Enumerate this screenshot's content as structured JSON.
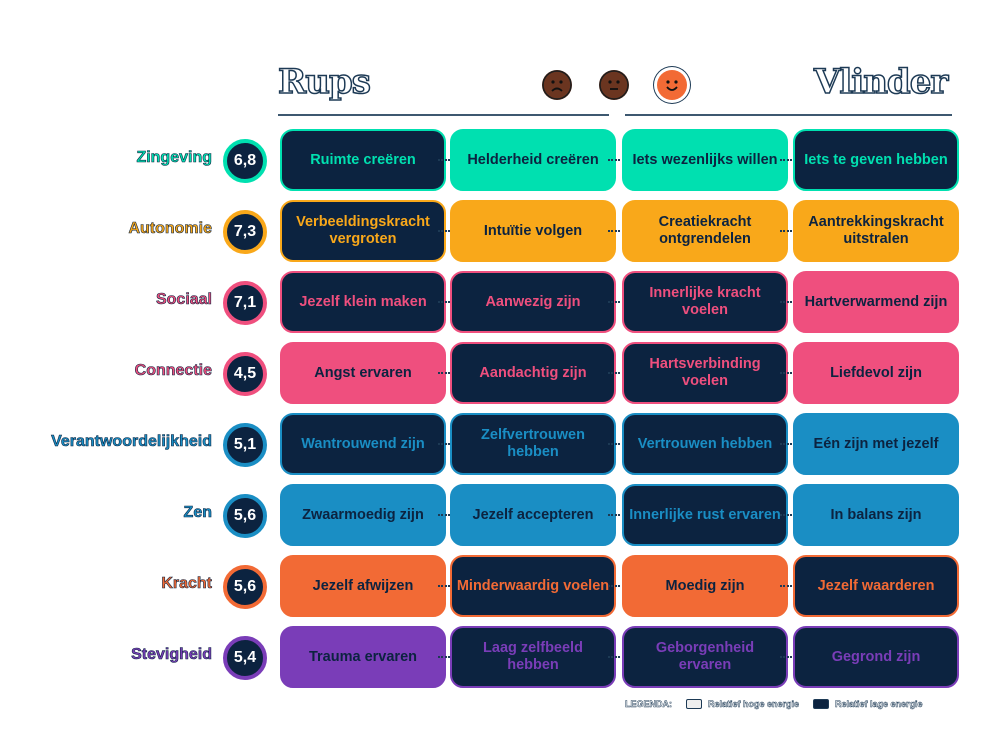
{
  "header": {
    "left_title": "Rups",
    "right_title": "Vlinder",
    "faces": [
      {
        "icon": "sad-face-icon",
        "color": "#6b3520"
      },
      {
        "icon": "neutral-face-icon",
        "color": "#6b3520"
      },
      {
        "icon": "happy-face-icon",
        "color": "#f26a35"
      }
    ]
  },
  "colors": {
    "dark": "#0c2340"
  },
  "rows": [
    {
      "label": "Zingeving",
      "score": "6,8",
      "color": "#00e0b0",
      "cells": [
        {
          "text": "Ruimte creëren",
          "style": "d"
        },
        {
          "text": "Helderheid creëren",
          "style": "l"
        },
        {
          "text": "Iets wezenlijks willen",
          "style": "l"
        },
        {
          "text": "Iets te geven hebben",
          "style": "d"
        }
      ]
    },
    {
      "label": "Autonomie",
      "score": "7,3",
      "color": "#f9a81a",
      "cells": [
        {
          "text": "Verbeeldingskracht vergroten",
          "style": "d"
        },
        {
          "text": "Intuïtie volgen",
          "style": "l"
        },
        {
          "text": "Creatiekracht ontgrendelen",
          "style": "l"
        },
        {
          "text": "Aantrekkingskracht uitstralen",
          "style": "l"
        }
      ]
    },
    {
      "label": "Sociaal",
      "score": "7,1",
      "color": "#ef4f7e",
      "cells": [
        {
          "text": "Jezelf klein maken",
          "style": "d"
        },
        {
          "text": "Aanwezig zijn",
          "style": "d"
        },
        {
          "text": "Innerlijke kracht voelen",
          "style": "d"
        },
        {
          "text": "Hartverwarmend zijn",
          "style": "l"
        }
      ]
    },
    {
      "label": "Connectie",
      "score": "4,5",
      "color": "#ef4f7e",
      "cells": [
        {
          "text": "Angst ervaren",
          "style": "l"
        },
        {
          "text": "Aandachtig zijn",
          "style": "d"
        },
        {
          "text": "Hartsverbinding voelen",
          "style": "d"
        },
        {
          "text": "Liefdevol zijn",
          "style": "l"
        }
      ]
    },
    {
      "label": "Verantwoordelijkheid",
      "score": "5,1",
      "color": "#1a8ec4",
      "cells": [
        {
          "text": "Wantrouwend zijn",
          "style": "d"
        },
        {
          "text": "Zelfvertrouwen hebben",
          "style": "d"
        },
        {
          "text": "Vertrouwen hebben",
          "style": "d"
        },
        {
          "text": "Eén zijn met jezelf",
          "style": "l"
        }
      ]
    },
    {
      "label": "Zen",
      "score": "5,6",
      "color": "#1a8ec4",
      "cells": [
        {
          "text": "Zwaarmoedig zijn",
          "style": "l"
        },
        {
          "text": "Jezelf accepteren",
          "style": "l"
        },
        {
          "text": "Innerlijke rust ervaren",
          "style": "d"
        },
        {
          "text": "In balans zijn",
          "style": "l"
        }
      ]
    },
    {
      "label": "Kracht",
      "score": "5,6",
      "color": "#f26a35",
      "cells": [
        {
          "text": "Jezelf afwijzen",
          "style": "l"
        },
        {
          "text": "Minderwaardig voelen",
          "style": "d"
        },
        {
          "text": "Moedig zijn",
          "style": "l"
        },
        {
          "text": "Jezelf waarderen",
          "style": "d"
        }
      ]
    },
    {
      "label": "Stevigheid",
      "score": "5,4",
      "color": "#7a3db8",
      "cells": [
        {
          "text": "Trauma ervaren",
          "style": "l"
        },
        {
          "text": "Laag zelfbeeld hebben",
          "style": "d"
        },
        {
          "text": "Geborgenheid ervaren",
          "style": "d"
        },
        {
          "text": "Gegrond zijn",
          "style": "d"
        }
      ]
    }
  ],
  "legend": {
    "title": "LEGENDA:",
    "high": "Relatief hoge energie",
    "low": "Relatief lage energie"
  }
}
